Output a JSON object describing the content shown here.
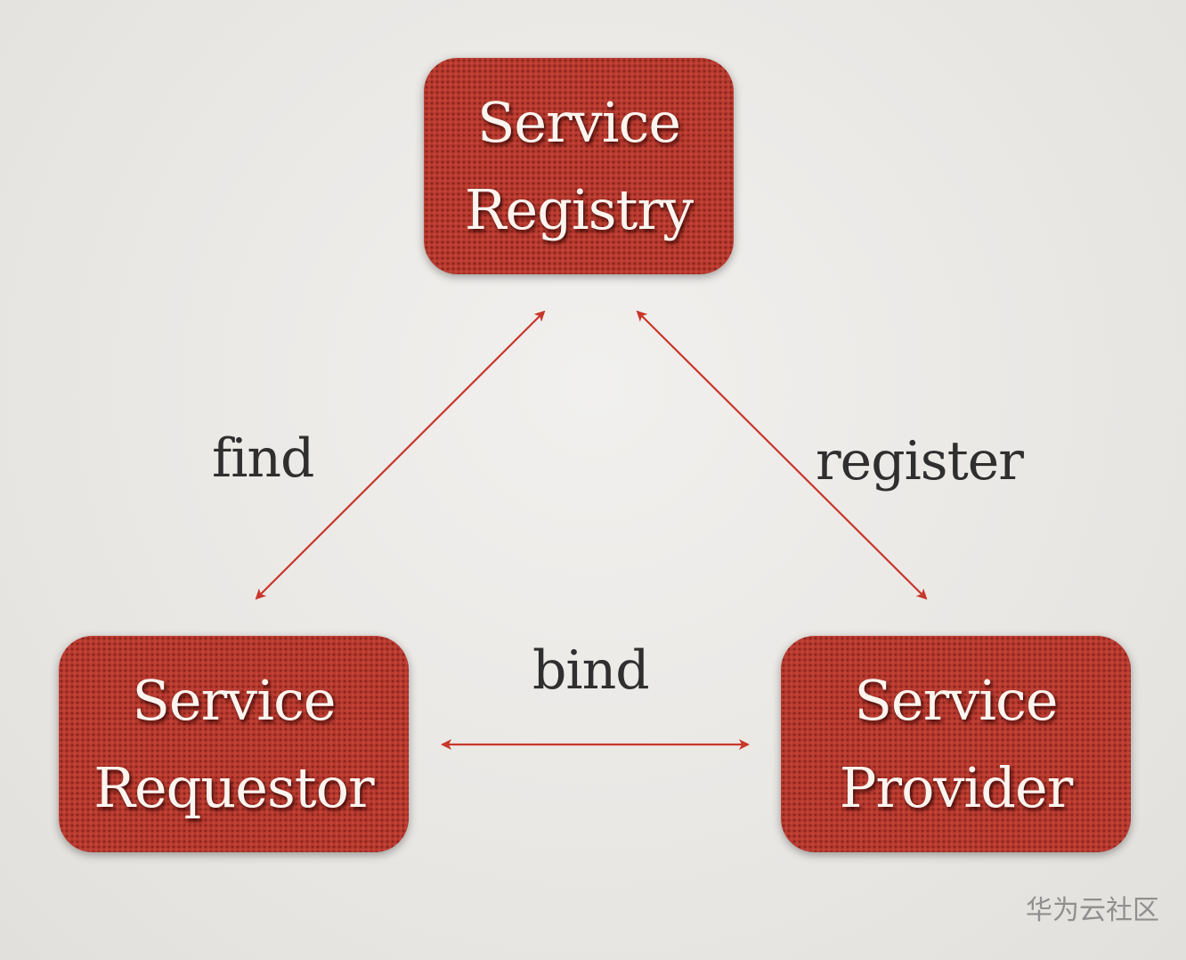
{
  "nodes": {
    "registry": {
      "line1": "Service",
      "line2": "Registry"
    },
    "requestor": {
      "line1": "Service",
      "line2": "Requestor"
    },
    "provider": {
      "line1": "Service",
      "line2": "Provider"
    }
  },
  "edges": {
    "find": "find",
    "register": "register",
    "bind": "bind"
  },
  "watermark": "华为云社区",
  "colors": {
    "node_fill": "#b8392e",
    "arrow": "#c8372b",
    "label_text": "#2f2f2f",
    "node_text": "#fbf4ef"
  }
}
